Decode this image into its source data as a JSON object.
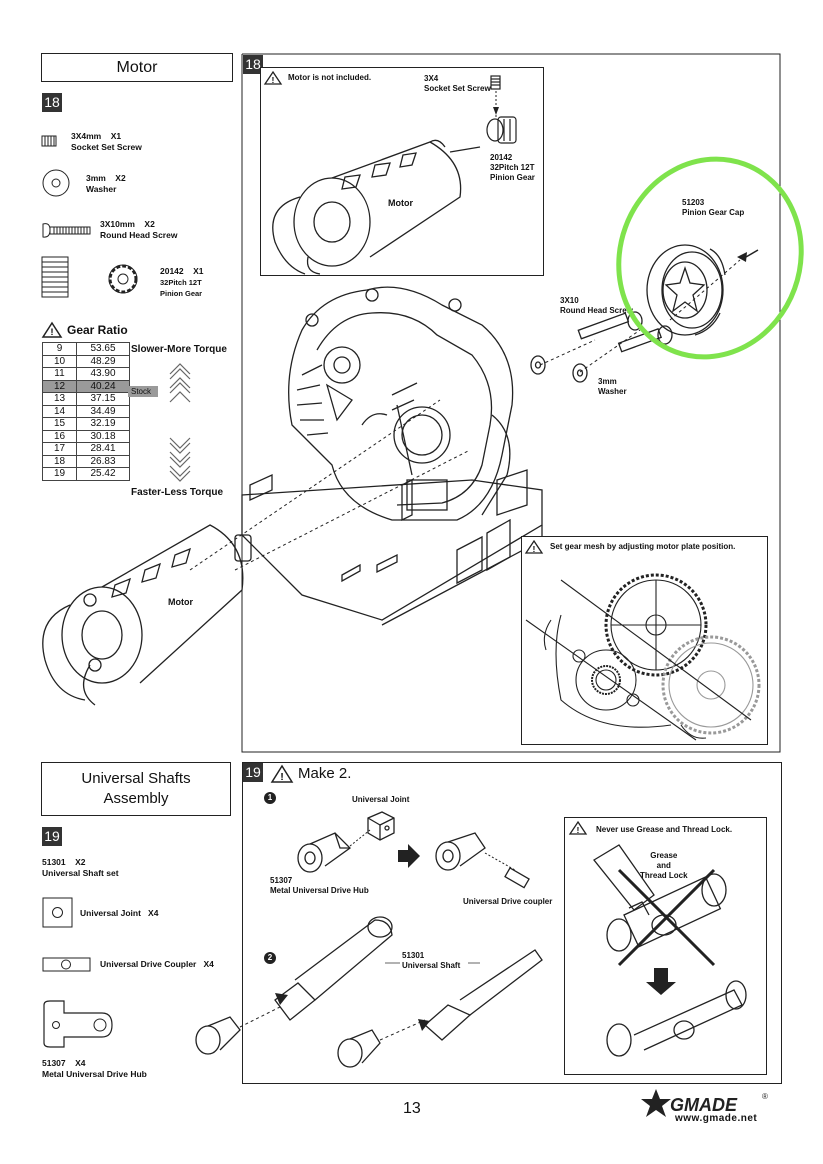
{
  "motor_section": {
    "title": "Motor",
    "step": "18",
    "parts": [
      {
        "size": "3X4mm",
        "qty": "X1",
        "name": "Socket Set Screw"
      },
      {
        "size": "3mm",
        "qty": "X2",
        "name": "Washer"
      },
      {
        "size": "3X10mm",
        "qty": "X2",
        "name": "Round Head Screw"
      },
      {
        "size": "20142",
        "qty": "X1",
        "name": "32Pitch 12T",
        "name2": "Pinion Gear"
      }
    ],
    "gear_ratio_title": "Gear Ratio",
    "gear_ratio": [
      {
        "teeth": "9",
        "ratio": "53.65"
      },
      {
        "teeth": "10",
        "ratio": "48.29"
      },
      {
        "teeth": "11",
        "ratio": "43.90"
      },
      {
        "teeth": "12",
        "ratio": "40.24",
        "stock": true
      },
      {
        "teeth": "13",
        "ratio": "37.15"
      },
      {
        "teeth": "14",
        "ratio": "34.49"
      },
      {
        "teeth": "15",
        "ratio": "32.19"
      },
      {
        "teeth": "16",
        "ratio": "30.18"
      },
      {
        "teeth": "17",
        "ratio": "28.41"
      },
      {
        "teeth": "18",
        "ratio": "26.83"
      },
      {
        "teeth": "19",
        "ratio": "25.42"
      }
    ],
    "stock_label": "Stock",
    "slower_label": "Slower-More Torque",
    "faster_label": "Faster-Less Torque"
  },
  "diagram18": {
    "step": "18",
    "motor_not_included": "Motor is not included.",
    "set_screw_size": "3X4",
    "set_screw_name": "Socket Set Screw",
    "pinion_code": "20142",
    "pinion_desc": "32Pitch 12T",
    "pinion_name": "Pinion Gear",
    "motor_label_top": "Motor",
    "cap_code": "51203",
    "cap_name": "Pinion Gear Cap",
    "screw_size": "3X10",
    "screw_name": "Round Head Screw",
    "washer_size": "3mm",
    "washer_name": "Washer",
    "motor_label_bottom": "Motor",
    "gear_mesh_note": "Set gear mesh by adjusting motor plate position."
  },
  "shafts_section": {
    "title_line1": "Universal Shafts",
    "title_line2": "Assembly",
    "step": "19",
    "set_code": "51301",
    "set_qty": "X2",
    "set_name": "Universal Shaft set",
    "joint_label": "Universal Joint",
    "joint_qty": "X4",
    "coupler_label": "Universal Drive Coupler",
    "coupler_qty": "X4",
    "hub_code": "51307",
    "hub_qty": "X4",
    "hub_name": "Metal Universal Drive Hub"
  },
  "diagram19": {
    "step": "19",
    "make_label": "Make 2.",
    "sub1": "1",
    "sub2": "2",
    "universal_joint": "Universal Joint",
    "hub_code": "51307",
    "hub_name": "Metal Universal Drive Hub",
    "coupler_name": "Universal Drive coupler",
    "shaft_code": "51301",
    "shaft_name": "Universal Shaft",
    "warning": "Never use Grease and Thread Lock.",
    "grease_l1": "Grease",
    "grease_l2": "and",
    "grease_l3": "Thread Lock"
  },
  "footer": {
    "page_number": "13",
    "brand": "GMADE",
    "url": "www.gmade.net",
    "registered": "®"
  }
}
